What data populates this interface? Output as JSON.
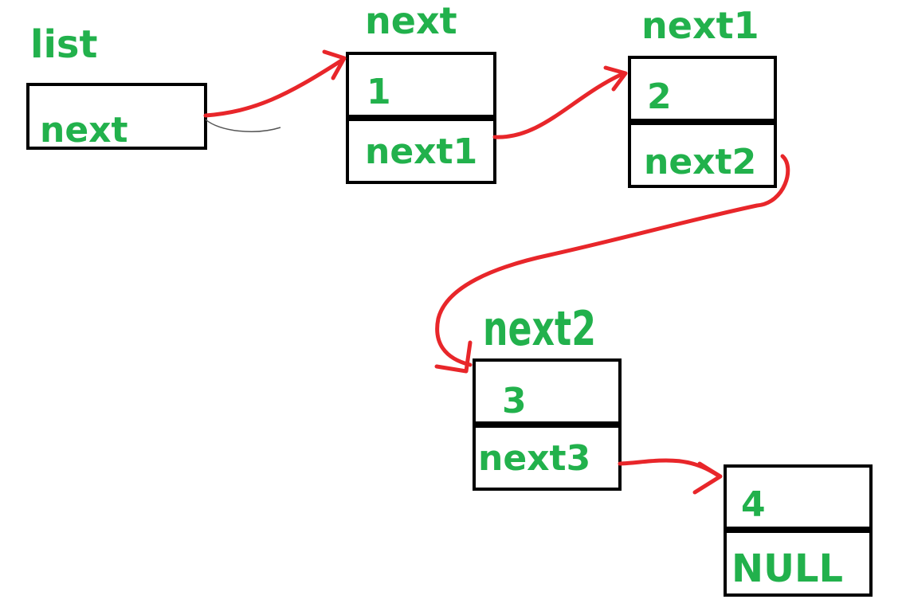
{
  "colors": {
    "text": "#22b14c",
    "arrow": "#e8262a",
    "border": "#000000"
  },
  "list_node": {
    "title": "list",
    "field": "next"
  },
  "nodes": [
    {
      "title": "next",
      "value": "1",
      "pointer": "next1"
    },
    {
      "title": "next1",
      "value": "2",
      "pointer": "next2"
    },
    {
      "title": "next2",
      "value": "3",
      "pointer": "next3"
    },
    {
      "title": "",
      "value": "4",
      "pointer": "NULL"
    }
  ]
}
